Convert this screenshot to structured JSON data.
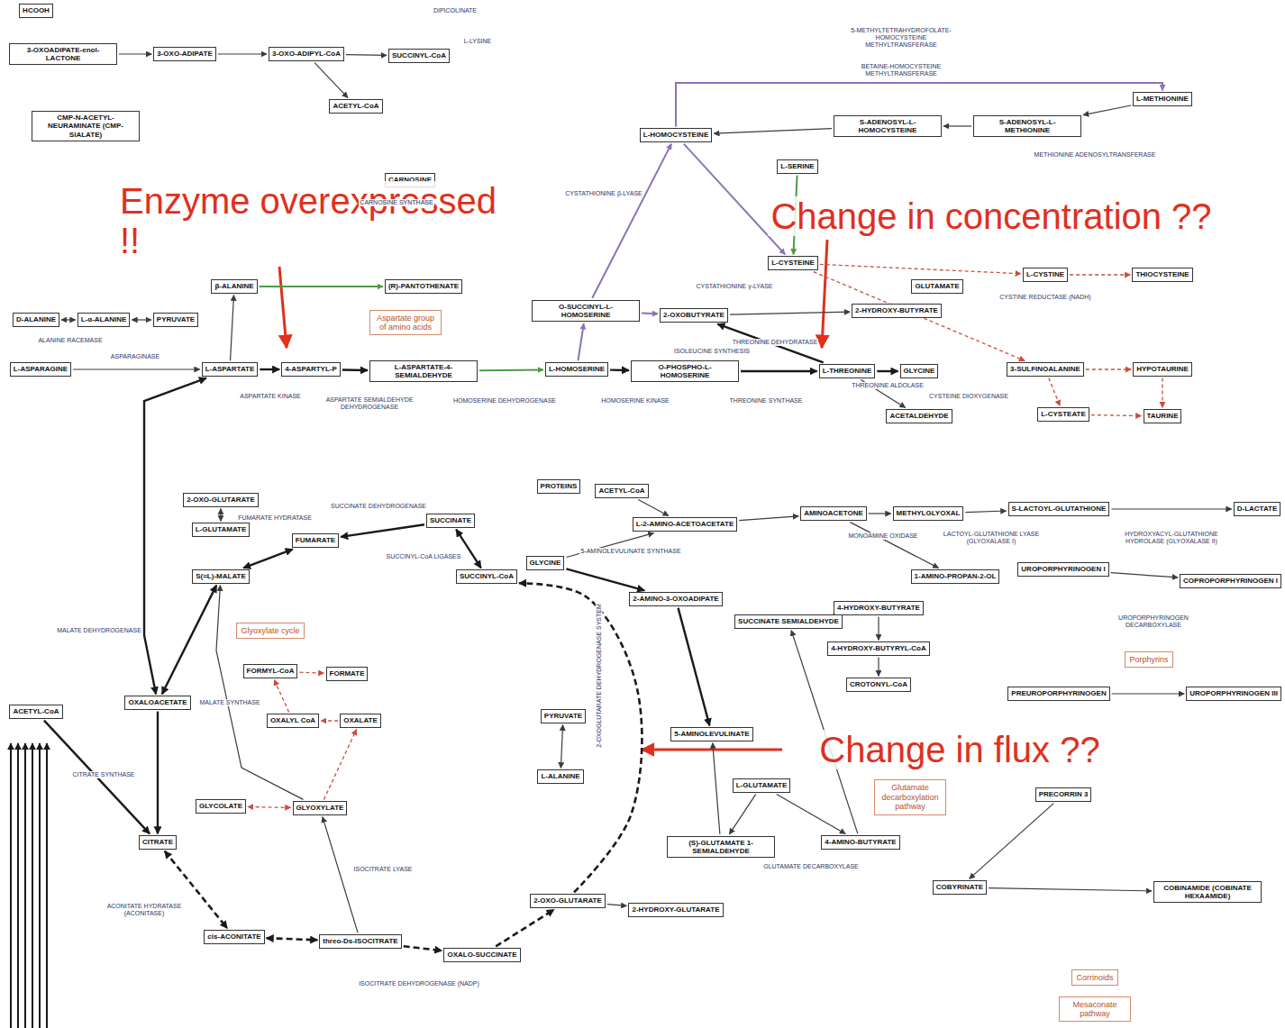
{
  "diagram": {
    "nodes": [
      {
        "text": [
          "HCOOH"
        ]
      },
      {
        "text": [
          "3-OXOADIPATE-enol-LACTONE"
        ]
      },
      {
        "text": [
          "3-OXO-ADIPATE"
        ]
      },
      {
        "text": [
          "3-OXO-ADIPYL-CoA"
        ]
      },
      {
        "text": [
          "SUCCINYL-CoA"
        ]
      },
      {
        "text": [
          "ACETYL-CoA"
        ]
      },
      {
        "text": [
          "CMP-N-ACETYL-NEURAMINATE (CMP-SIALATE)"
        ]
      },
      {
        "text": [
          "CARNOSINE"
        ]
      },
      {
        "text": [
          "β-ALANINE"
        ]
      },
      {
        "text": [
          "(R)-PANTOTHENATE"
        ]
      },
      {
        "text": [
          "D-ALANINE"
        ]
      },
      {
        "text": [
          "L-α-ALANINE"
        ]
      },
      {
        "text": [
          "PYRUVATE"
        ]
      },
      {
        "text": [
          "L-ASPARAGINE"
        ]
      },
      {
        "text": [
          "L-ASPARTATE"
        ]
      },
      {
        "text": [
          "4-ASPARTYL-P"
        ]
      },
      {
        "text": [
          "L-ASPARTATE-4-SEMIALDEHYDE"
        ]
      },
      {
        "text": [
          "L-HOMOSERINE"
        ]
      },
      {
        "text": [
          "O-PHOSPHO-L-HOMOSERINE"
        ]
      },
      {
        "text": [
          "L-THREONINE"
        ]
      },
      {
        "text": [
          "GLYCINE"
        ]
      },
      {
        "text": [
          "ACETALDEHYDE"
        ]
      },
      {
        "text": [
          "O-SUCCINYL-L-HOMOSERINE"
        ]
      },
      {
        "text": [
          "2-OXOBUTYRATE"
        ]
      },
      {
        "text": [
          "2-HYDROXY-BUTYRATE"
        ]
      },
      {
        "text": [
          "L-HOMOCYSTEINE"
        ]
      },
      {
        "text": [
          "L-SERINE"
        ]
      },
      {
        "text": [
          "L-CYSTEINE"
        ]
      },
      {
        "text": [
          "S-ADENOSYL-L-HOMOCYSTEINE"
        ]
      },
      {
        "text": [
          "S-ADENOSYL-L-METHIONINE"
        ]
      },
      {
        "text": [
          "L-METHIONINE"
        ]
      },
      {
        "text": [
          "GLUTAMATE"
        ]
      },
      {
        "text": [
          "L-CYSTINE"
        ]
      },
      {
        "text": [
          "THIOCYSTEINE"
        ]
      },
      {
        "text": [
          "3-SULFINOALANINE"
        ]
      },
      {
        "text": [
          "HYPOTAURINE"
        ]
      },
      {
        "text": [
          "L-CYSTEATE"
        ]
      },
      {
        "text": [
          "TAURINE"
        ]
      },
      {
        "text": [
          "2-OXO-GLUTARATE"
        ]
      },
      {
        "text": [
          "L-GLUTAMATE"
        ]
      },
      {
        "text": [
          "S(=L)-MALATE"
        ]
      },
      {
        "text": [
          "FUMARATE"
        ]
      },
      {
        "text": [
          "SUCCINATE"
        ]
      },
      {
        "text": [
          "SUCCINYL-CoA"
        ]
      },
      {
        "text": [
          "OXALOACETATE"
        ]
      },
      {
        "text": [
          "ACETYL-CoA"
        ]
      },
      {
        "text": [
          "CITRATE"
        ]
      },
      {
        "text": [
          "FORMYL-CoA"
        ]
      },
      {
        "text": [
          "FORMATE"
        ]
      },
      {
        "text": [
          "OXALYL CoA"
        ]
      },
      {
        "text": [
          "OXALATE"
        ]
      },
      {
        "text": [
          "GLYCOLATE"
        ]
      },
      {
        "text": [
          "GLYOXYLATE"
        ]
      },
      {
        "text": [
          "cis-ACONITATE"
        ]
      },
      {
        "text": [
          "threo-Ds-ISOCITRATE"
        ]
      },
      {
        "text": [
          "OXALO-SUCCINATE"
        ]
      },
      {
        "text": [
          "2-OXO-GLUTARATE"
        ]
      },
      {
        "text": [
          "2-HYDROXY-GLUTARATE"
        ]
      },
      {
        "text": [
          "PROTEINS"
        ]
      },
      {
        "text": [
          "GLYCINE"
        ]
      },
      {
        "text": [
          "ACETYL-CoA"
        ]
      },
      {
        "text": [
          "L-2-AMINO-ACETOACETATE"
        ]
      },
      {
        "text": [
          "2-AMINO-3-OXOADIPATE"
        ]
      },
      {
        "text": [
          "5-AMINOLEVULINATE"
        ]
      },
      {
        "text": [
          "PYRUVATE"
        ]
      },
      {
        "text": [
          "L-ALANINE"
        ]
      },
      {
        "text": [
          "AMINOACETONE"
        ]
      },
      {
        "text": [
          "METHYLGLYOXAL"
        ]
      },
      {
        "text": [
          "S-LACTOYL-GLUTATHIONE"
        ]
      },
      {
        "text": [
          "D-LACTATE"
        ]
      },
      {
        "text": [
          "SUCCINATE SEMIALDEHYDE"
        ]
      },
      {
        "text": [
          "4-HYDROXY-BUTYRATE"
        ]
      },
      {
        "text": [
          "4-HYDROXY-BUTYRYL-CoA"
        ]
      },
      {
        "text": [
          "CROTONYL-CoA"
        ]
      },
      {
        "text": [
          "1-AMINO-PROPAN-2-OL"
        ]
      },
      {
        "text": [
          "L-GLUTAMATE"
        ]
      },
      {
        "text": [
          "(S)-GLUTAMATE 1-SEMIALDEHYDE"
        ]
      },
      {
        "text": [
          "4-AMINO-BUTYRATE"
        ]
      },
      {
        "text": [
          "UROPORPHYRINOGEN I"
        ]
      },
      {
        "text": [
          "COPROPORPHYRINOGEN I"
        ]
      },
      {
        "text": [
          "PREUROPORPHYRINOGEN"
        ]
      },
      {
        "text": [
          "UROPORPHYRINOGEN III"
        ]
      },
      {
        "text": [
          "PRECORRIN 3"
        ]
      },
      {
        "text": [
          "COBYRINATE"
        ]
      },
      {
        "text": [
          "COBINAMIDE (COBINATE HEXAAMIDE)"
        ]
      },
      {
        "text": [
          "Aspartate group of amino acids"
        ]
      },
      {
        "text": [
          "Glyoxylate cycle"
        ]
      },
      {
        "text": [
          "Glutamate decarboxylation pathway"
        ]
      },
      {
        "text": [
          "Porphyrins"
        ]
      },
      {
        "text": [
          "Corrinoids"
        ]
      },
      {
        "text": [
          "Mesaconate pathway"
        ]
      }
    ],
    "edges": [
      {
        "from": 1,
        "to": 2,
        "arrow": "to"
      },
      {
        "from": 2,
        "to": 3,
        "arrow": "to"
      },
      {
        "from": 3,
        "to": 4,
        "arrow": "to"
      },
      {
        "from": 3,
        "to": 5,
        "arrow": "to"
      },
      {
        "from": 14,
        "to": 8,
        "arrow": "to"
      },
      {
        "from": 8,
        "to": 9,
        "arrow": "to"
      },
      {
        "from": 10,
        "to": 11,
        "arrow": "both"
      },
      {
        "from": 11,
        "to": 12,
        "arrow": "both"
      },
      {
        "from": 13,
        "to": 14,
        "arrow": "to"
      },
      {
        "from": 14,
        "to": 15,
        "arrow": "to"
      },
      {
        "from": 15,
        "to": 16,
        "arrow": "to"
      },
      {
        "from": 16,
        "to": 17,
        "arrow": "to"
      },
      {
        "from": 17,
        "to": 18,
        "arrow": "to"
      },
      {
        "from": 18,
        "to": 19,
        "arrow": "to"
      },
      {
        "from": 19,
        "to": 20,
        "arrow": "to"
      },
      {
        "from": 19,
        "to": 21,
        "arrow": "to"
      },
      {
        "from": 19,
        "to": 23,
        "arrow": "to"
      },
      {
        "from": 23,
        "to": 24,
        "arrow": "to"
      },
      {
        "from": 17,
        "to": 22,
        "arrow": "to"
      },
      {
        "from": 22,
        "to": 23,
        "arrow": "to"
      },
      {
        "from": 22,
        "to": 25,
        "arrow": "to"
      },
      {
        "from": 28,
        "to": 25,
        "arrow": "to"
      },
      {
        "from": 29,
        "to": 28,
        "arrow": "to"
      },
      {
        "from": 30,
        "to": 29,
        "arrow": "to"
      },
      {
        "from": 25,
        "to": 30,
        "arrow": "to"
      },
      {
        "from": 26,
        "to": 27,
        "arrow": "to"
      },
      {
        "from": 25,
        "to": 27,
        "arrow": "to"
      },
      {
        "from": 27,
        "to": 32,
        "arrow": "to"
      },
      {
        "from": 32,
        "to": 33,
        "arrow": "to"
      },
      {
        "from": 27,
        "to": 34,
        "arrow": "to"
      },
      {
        "from": 34,
        "to": 35,
        "arrow": "to"
      },
      {
        "from": 35,
        "to": 37,
        "arrow": "to"
      },
      {
        "from": 34,
        "to": 36,
        "arrow": "to"
      },
      {
        "from": 36,
        "to": 37,
        "arrow": "to"
      },
      {
        "from": 44,
        "to": 46,
        "arrow": "to"
      },
      {
        "from": 45,
        "to": 46,
        "arrow": "to"
      },
      {
        "from": 46,
        "to": 53,
        "arrow": "both"
      },
      {
        "from": 53,
        "to": 54,
        "arrow": "both"
      },
      {
        "from": 54,
        "to": 55,
        "arrow": "to"
      },
      {
        "from": 55,
        "to": 56,
        "arrow": "to"
      },
      {
        "from": 56,
        "to": 43,
        "arrow": "to"
      },
      {
        "from": 43,
        "to": 42,
        "arrow": "both"
      },
      {
        "from": 42,
        "to": 41,
        "arrow": "to"
      },
      {
        "from": 41,
        "to": 40,
        "arrow": "both"
      },
      {
        "from": 40,
        "to": 44,
        "arrow": "both"
      },
      {
        "from": 38,
        "to": 39,
        "arrow": "both"
      },
      {
        "from": 44,
        "to": 14,
        "arrow": "both"
      },
      {
        "from": 54,
        "to": 52,
        "arrow": "to"
      },
      {
        "from": 52,
        "to": 40,
        "arrow": "to"
      },
      {
        "from": 52,
        "to": 51,
        "arrow": "both"
      },
      {
        "from": 52,
        "to": 50,
        "arrow": "to"
      },
      {
        "from": 50,
        "to": 49,
        "arrow": "to"
      },
      {
        "from": 49,
        "to": 47,
        "arrow": "to"
      },
      {
        "from": 47,
        "to": 48,
        "arrow": "to"
      },
      {
        "from": 59,
        "to": 62,
        "arrow": "to"
      },
      {
        "from": 62,
        "to": 63,
        "arrow": "to"
      },
      {
        "from": 59,
        "to": 61,
        "arrow": "to"
      },
      {
        "from": 60,
        "to": 61,
        "arrow": "to"
      },
      {
        "from": 61,
        "to": 66,
        "arrow": "to"
      },
      {
        "from": 66,
        "to": 67,
        "arrow": "to"
      },
      {
        "from": 67,
        "to": 68,
        "arrow": "to"
      },
      {
        "from": 68,
        "to": 69,
        "arrow": "to"
      },
      {
        "from": 66,
        "to": 74,
        "arrow": "to"
      },
      {
        "from": 70,
        "to": 71,
        "arrow": "to"
      },
      {
        "from": 71,
        "to": 72,
        "arrow": "to"
      },
      {
        "from": 72,
        "to": 73,
        "arrow": "to"
      },
      {
        "from": 75,
        "to": 77,
        "arrow": "to"
      },
      {
        "from": 77,
        "to": 70,
        "arrow": "to"
      },
      {
        "from": 75,
        "to": 76,
        "arrow": "to"
      },
      {
        "from": 76,
        "to": 63,
        "arrow": "to"
      },
      {
        "from": 56,
        "to": 57,
        "arrow": "to"
      },
      {
        "from": 64,
        "to": 65,
        "arrow": "both"
      },
      {
        "from": 78,
        "to": 79,
        "arrow": "to"
      },
      {
        "from": 80,
        "to": 81,
        "arrow": "to"
      },
      {
        "from": 82,
        "to": 83,
        "arrow": "to"
      },
      {
        "from": 83,
        "to": 84,
        "arrow": "to"
      }
    ],
    "labels": [
      "Enzyme overexpressed !!",
      "Change in concentration ??",
      "Change in flux ??",
      "ASPARTATE KINASE",
      "ASPARTATE SEMIALDEHYDE DEHYDROGENASE",
      "HOMOSERINE DEHYDROGENASE",
      "HOMOSERINE KINASE",
      "THREONINE SYNTHASE",
      "THREONINE DEHYDRATASE",
      "THREONINE ALDOLASE",
      "ISOLEUCINE SYNTHESIS",
      "CYSTATHIONINE γ-LYASE",
      "CYSTATHIONINE β-LYASE",
      "BETAINE-HOMOCYSTEINE METHYLTRANSFERASE",
      "5-METHYLTETRAHYDROFOLATE-HOMOCYSTEINE METHYLTRANSFERASE",
      "METHIONINE ADENOSYLTRANSFERASE",
      "CYSTEINE DIOXYGENASE",
      "CYSTINE REDUCTASE (NADH)",
      "GLUTAMATE DECARBOXYLASE",
      "2-OXOGLUTARATE DEHYDROGENASE SYSTEM",
      "SUCCINATE DEHYDROGENASE",
      "FUMARATE HYDRATASE",
      "MALATE DEHYDROGENASE",
      "CITRATE SYNTHASE",
      "ACONITATE HYDRATASE (ACONITASE)",
      "ISOCITRATE DEHYDROGENASE (NADP)",
      "ISOCITRATE LYASE",
      "MALATE SYNTHASE",
      "SUCCINYL-CoA LIGASES",
      "5-AMINOLEVULINATE SYNTHASE",
      "UROPORPHYRINOGEN DECARBOXYLASE",
      "MONOAMINE OXIDASE",
      "LACTOYL-GLUTATHIONE LYASE (GLYOXALASE I)",
      "HYDROXYACYL-GLUTATHIONE HYDROLASE (GLYOXALASE II)",
      "ASPARAGINASE",
      "ALANINE RACEMASE",
      "CARNOSINE SYNTHASE",
      "DIPICOLINATE",
      "L-LYSINE"
    ]
  }
}
